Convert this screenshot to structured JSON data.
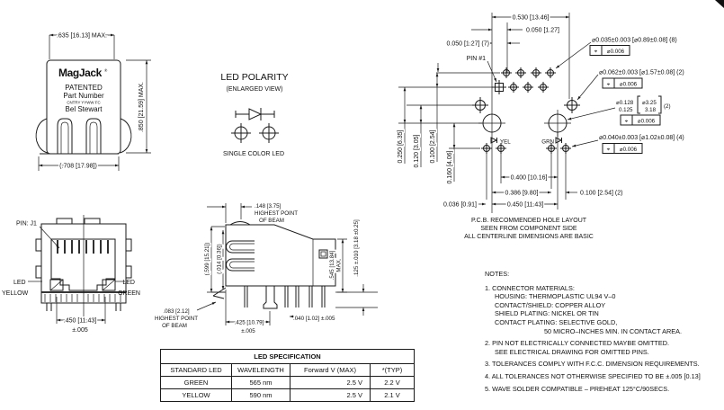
{
  "front_view": {
    "dim_width_top": ".635 [16.13] MAX.",
    "logo": "MagJack",
    "logo_reg": "®",
    "patented": "PATENTED",
    "part_number": "Part Number",
    "code": "CNTRY YYWW FC",
    "brand": "Bel Stewart",
    "dim_height_right": ".850 [21.59] MAX.",
    "dim_width_bottom": "(.708 [17.98])"
  },
  "led_polarity": {
    "title": "LED POLARITY",
    "subtitle": "(ENLARGED VIEW)",
    "caption": "SINGLE COLOR LED"
  },
  "pcb": {
    "dim_0530": "0.530 [13.46]",
    "dim_0050": "0.050 [1.27]",
    "dim_0050_7": "0.050 [1.27] (7)",
    "pin1": "PIN #1",
    "callout_035": "⌀0.035±0.003 [⌀0.89±0.08] (8)",
    "callout_062": "⌀0.062±0.003 [⌀1.57±0.08] (2)",
    "callout_128_top_in": "⌀0.128",
    "callout_128_bot_in": "0.125",
    "callout_128_top_mm": "⌀3.25",
    "callout_128_bot_mm": "3.18",
    "callout_128_qty": "(2)",
    "callout_040": "⌀0.040±0.003 [⌀1.02±0.08] (4)",
    "fcf_symbol": "⌖",
    "fcf_tol": "⌀0.006",
    "yel": "YEL",
    "grn": "GRN",
    "dim_0250": "0.250 [6.35]",
    "dim_0120": "0.120 [3.05]",
    "dim_0100": "0.100 [2.54]",
    "dim_0160": "0.160 [4.06]",
    "dim_0400": "0.400 [10.16]",
    "dim_0386": "0.386 [9.80]",
    "dim_0100_2": "0.100 [2.54] (2)",
    "dim_0036": "0.036 [0.91]",
    "dim_0450": "0.450 [11.43]",
    "caption1": "P.C.B. RECOMMENDED HOLE LAYOUT",
    "caption2": "SEEN FROM COMPONENT SIDE",
    "caption3": "ALL CENTERLINE DIMENSIONS ARE BASIC"
  },
  "front_view2": {
    "pin_j1": "PIN: J1",
    "led_left1": "LED",
    "led_left2": "YELLOW",
    "led_right1": "LED",
    "led_right2": "GREEN",
    "dim": ".450 [11.43]",
    "dim_tol": "±.005"
  },
  "side_view": {
    "dim_148": ".148 [3.75]",
    "hp1a": "HIGHEST POINT",
    "hp1b": "OF BEAM",
    "dim_599": "(.599 [15.21])",
    "dim_014": "(.014 [0.36])",
    "dim_545a": ".545 [13.84]",
    "dim_545b": "MAX.",
    "dim_125": ".125 ±.010 [3.18 ±0.25]",
    "dim_083": ".083 [2.12]",
    "hp2a": "HIGHEST POINT",
    "hp2b": "OF BEAM",
    "dim_425": ".425 [10.79]",
    "dim_425_tol": "±.005",
    "dim_040": ".040 [1.02] ±.005"
  },
  "led_table": {
    "title": "LED SPECIFICATION",
    "headers": [
      "STANDARD LED",
      "WAVELENGTH",
      "Forward V (MAX)",
      "*(TYP)"
    ],
    "rows": [
      [
        "GREEN",
        "565 nm",
        "2.5 V",
        "2.2 V"
      ],
      [
        "YELLOW",
        "590 nm",
        "2.5 V",
        "2.1 V"
      ]
    ]
  },
  "notes": {
    "title": "NOTES:",
    "n1": "1. CONNECTOR MATERIALS:",
    "n1a": "HOUSING:   THERMOPLASTIC UL94 V–0",
    "n1b": "CONTACT/SHIELD:   COPPER ALLOY",
    "n1c": "SHIELD PLATING:   NICKEL OR TIN",
    "n1d": "CONTACT PLATING: SELECTIVE GOLD,",
    "n1e": "50 MICRO–INCHES MIN. IN CONTACT AREA.",
    "n2": "2. PIN NOT ELECTRICALLY CONNECTED MAYBE OMITTED.",
    "n2a": "SEE ELECTRICAL DRAWING FOR OMITTED PINS.",
    "n3": "3. TOLERANCES COMPLY WITH F.C.C. DIMENSION REQUIREMENTS.",
    "n4": "4. ALL TOLERANCES NOT OTHERWISE SPECIFIED TO BE ±.005 [0.13]",
    "n5": "5. WAVE SOLDER COMPATIBLE – PREHEAT 125°C/90SECS."
  }
}
